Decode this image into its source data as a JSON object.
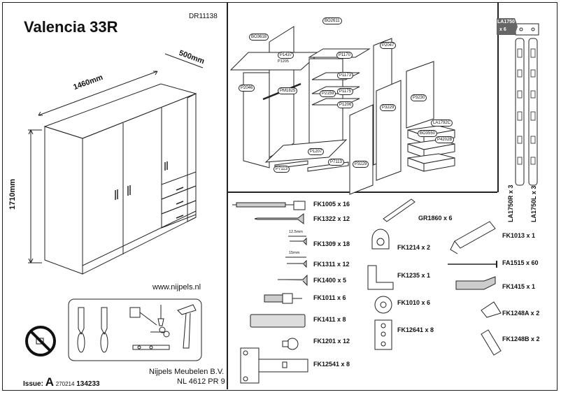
{
  "document": {
    "title": "Valencia 33R",
    "code": "DR11138",
    "dimensions": {
      "width": "1460mm",
      "depth": "500mm",
      "height": "1710mm"
    },
    "website": "www.nijpels.nl",
    "issue": {
      "label": "Issue:",
      "letter": "A",
      "date": "270214",
      "number": "134233"
    },
    "company": {
      "name": "Nijpels Meubelen B.V.",
      "address": "NL 4612 PR 9"
    }
  },
  "panels": [
    {
      "code": "BO2611"
    },
    {
      "code": "BO3618"
    },
    {
      "code": "P1437"
    },
    {
      "code": "P1205"
    },
    {
      "code": "P1170"
    },
    {
      "code": "P2047"
    },
    {
      "code": "P2046"
    },
    {
      "code": "PM1825"
    },
    {
      "code": "P1173"
    },
    {
      "code": "P2159"
    },
    {
      "code": "P1175"
    },
    {
      "code": "P1206"
    },
    {
      "code": "P3230"
    },
    {
      "code": "P3229"
    },
    {
      "code": "LA1792C"
    },
    {
      "code": "BO3550"
    },
    {
      "code": "P4202B"
    },
    {
      "code": "P1207"
    },
    {
      "code": "P7113"
    },
    {
      "code": "P7113"
    },
    {
      "code": "P3229"
    }
  ],
  "runners": {
    "top_label": "LA1750",
    "top_qty": "x 6",
    "right_label": "LA1750R x 3",
    "left_label": "LA1750L x 3"
  },
  "hardware": [
    {
      "code": "FK1005 x 16"
    },
    {
      "code": "FK1322 x 12"
    },
    {
      "code": "GR1860 x 6"
    },
    {
      "code": "FK1013 x 1"
    },
    {
      "code": "FK1309 x 18"
    },
    {
      "code": "FK1214 x 2"
    },
    {
      "code": "FK1311 x 12"
    },
    {
      "code": "FA1515 x 60"
    },
    {
      "code": "FK1400 x 5"
    },
    {
      "code": "FK1235 x 1"
    },
    {
      "code": "FK1415 x 1"
    },
    {
      "code": "FK1011 x 6"
    },
    {
      "code": "FK1010 x 6"
    },
    {
      "code": "FK1248A x 2"
    },
    {
      "code": "FK1411 x 8"
    },
    {
      "code": "FK12641 x 8"
    },
    {
      "code": "FK1201 x 12"
    },
    {
      "code": "FK1248B x 2"
    },
    {
      "code": "FK12541 x 8"
    }
  ],
  "measures": {
    "m1": "12.5mm",
    "m2": "15mm"
  }
}
